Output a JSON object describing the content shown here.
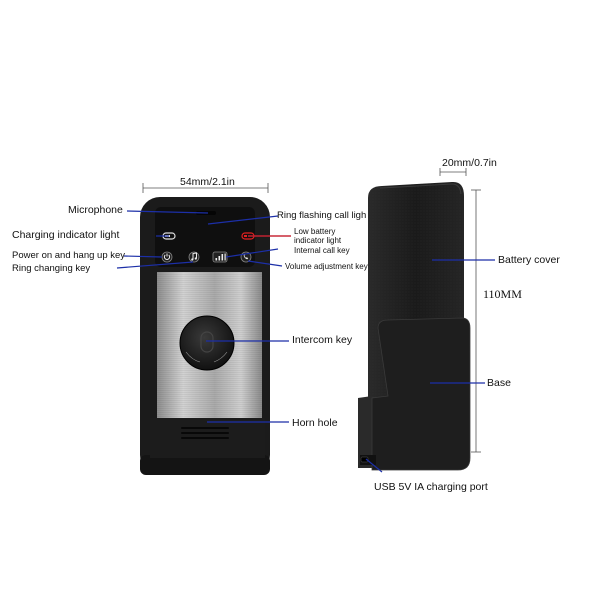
{
  "dimensions": {
    "front_width": "54mm/2.1in",
    "side_depth": "20mm/0.7in",
    "height": "110MM"
  },
  "labels": {
    "microphone": "Microphone",
    "charging_indicator": "Charging indicator light",
    "power_hangup": "Power on and hang up key",
    "ring_changing": "Ring changing key",
    "ring_flashing": "Ring flashing call ligh",
    "low_battery": "Low battery indicator light",
    "internal_call": "Internal call key",
    "volume_adjust": "Volume adjustment key",
    "intercom": "Intercom key",
    "horn_hole": "Horn hole",
    "battery_cover": "Battery cover",
    "base": "Base",
    "usb_port": "USB 5V IA charging port"
  },
  "colors": {
    "leader_line": "#1c2fa8",
    "device_body": "#1b1b1b",
    "panel_steel": "#b9b9b9",
    "indicator_red": "#e02020"
  },
  "icons": [
    "power-icon",
    "music-note-icon",
    "volume-bars-icon",
    "phone-icon"
  ]
}
